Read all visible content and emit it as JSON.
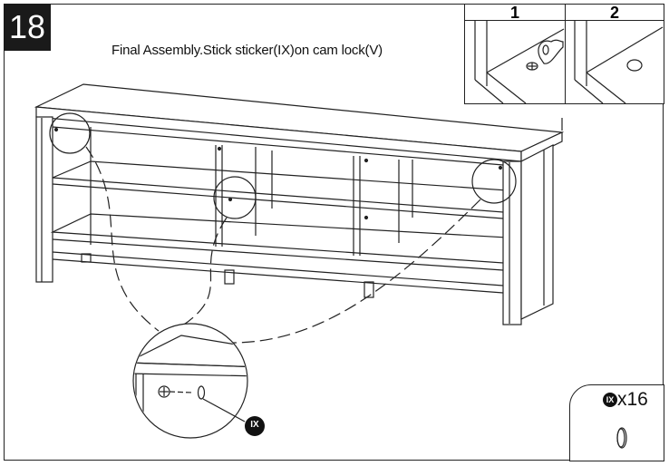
{
  "step": {
    "number": "18"
  },
  "title": "Final Assembly.Stick sticker(IX)on cam lock(V)",
  "inset": {
    "panels": [
      {
        "label": "1"
      },
      {
        "label": "2"
      }
    ]
  },
  "callout": {
    "part_label": "IX"
  },
  "parts_box": {
    "part_label": "IX",
    "quantity": "x16"
  }
}
